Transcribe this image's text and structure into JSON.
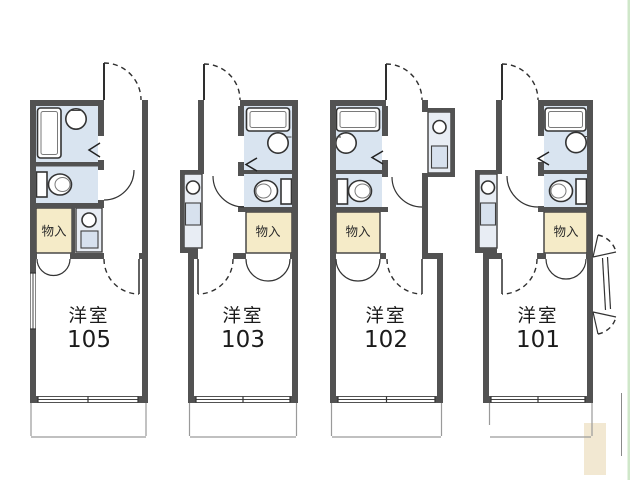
{
  "floorplan": {
    "units": [
      {
        "room_label": "洋室",
        "room_number": "105",
        "closet_label": "物入"
      },
      {
        "room_label": "洋室",
        "room_number": "103",
        "closet_label": "物入"
      },
      {
        "room_label": "洋室",
        "room_number": "102",
        "closet_label": "物入"
      },
      {
        "room_label": "洋室",
        "room_number": "101",
        "closet_label": "物入"
      }
    ],
    "colors": {
      "wall": "#525252",
      "wet_area": "#d9e4f0",
      "closet": "#f5ebc8",
      "kitchen_counter": "#e8edf4",
      "sink": "#d7e1ee",
      "balcony_line": "#9a9a9a",
      "border_green": "#cfe7c9",
      "text": "#1b1b1b"
    }
  }
}
